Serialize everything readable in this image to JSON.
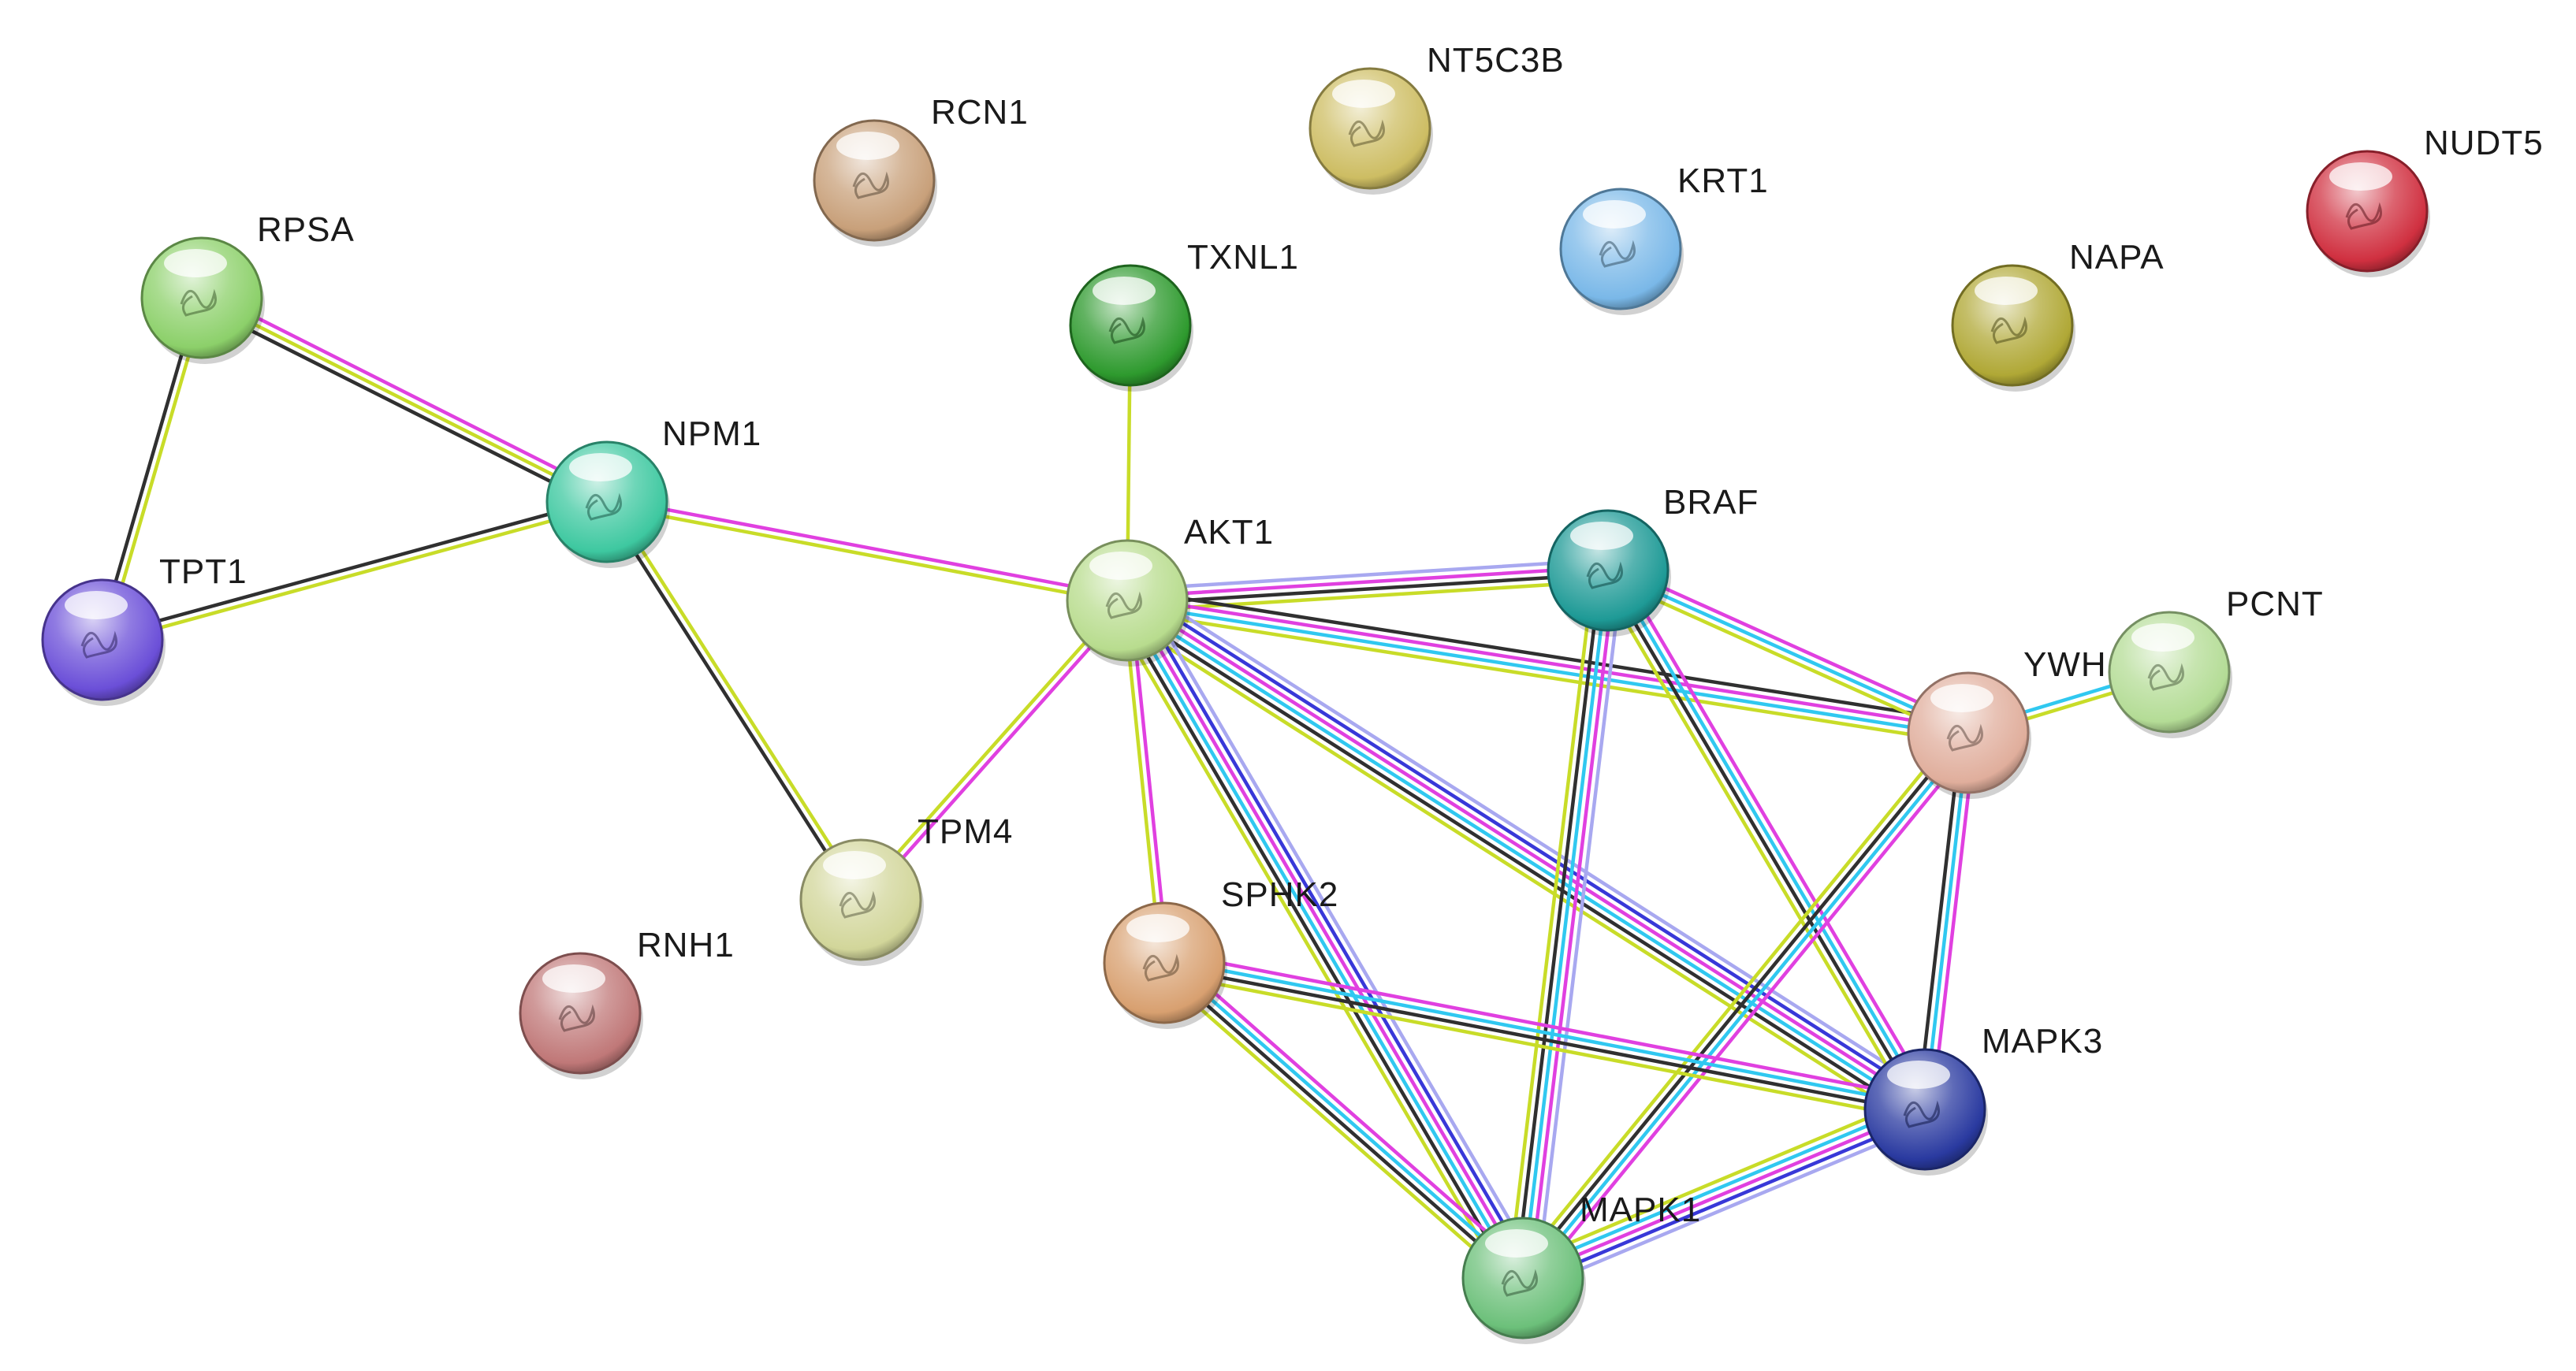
{
  "nodes": [
    {
      "id": "RPSA",
      "label": "RPSA",
      "color": "#8cd06a"
    },
    {
      "id": "NPM1",
      "label": "NPM1",
      "color": "#3ec8a0"
    },
    {
      "id": "TPT1",
      "label": "TPT1",
      "color": "#6b4fd8"
    },
    {
      "id": "RCN1",
      "label": "RCN1",
      "color": "#c8a07a"
    },
    {
      "id": "NT5C3B",
      "label": "NT5C3B",
      "color": "#cdbd63"
    },
    {
      "id": "TXNL1",
      "label": "TXNL1",
      "color": "#2e9a2e"
    },
    {
      "id": "KRT1",
      "label": "KRT1",
      "color": "#7ab8e8"
    },
    {
      "id": "NAPA",
      "label": "NAPA",
      "color": "#b0a836"
    },
    {
      "id": "NUDT5",
      "label": "NUDT5",
      "color": "#d03040"
    },
    {
      "id": "AKT1",
      "label": "AKT1",
      "color": "#b8dc8e"
    },
    {
      "id": "BRAF",
      "label": "BRAF",
      "color": "#1e9a96"
    },
    {
      "id": "PCNT",
      "label": "PCNT",
      "color": "#b4dc96"
    },
    {
      "id": "YWHAZ",
      "label": "YWH",
      "color": "#e0ae9c"
    },
    {
      "id": "TPM4",
      "label": "TPM4",
      "color": "#d2d69a"
    },
    {
      "id": "RNH1",
      "label": "RNH1",
      "color": "#c07878"
    },
    {
      "id": "SPHK2",
      "label": "SPHK2",
      "color": "#d8a070"
    },
    {
      "id": "MAPK3",
      "label": "MAPK3",
      "color": "#2a3aa0"
    },
    {
      "id": "MAPK1",
      "label": "MAPK1",
      "color": "#6cc07a"
    }
  ],
  "edges": [
    {
      "source": "RPSA",
      "target": "NPM1",
      "evidence": [
        "pink",
        "yellow",
        "black"
      ]
    },
    {
      "source": "RPSA",
      "target": "TPT1",
      "evidence": [
        "yellow",
        "black"
      ]
    },
    {
      "source": "NPM1",
      "target": "TPT1",
      "evidence": [
        "yellow",
        "black"
      ]
    },
    {
      "source": "NPM1",
      "target": "AKT1",
      "evidence": [
        "pink",
        "yellow"
      ]
    },
    {
      "source": "NPM1",
      "target": "TPM4",
      "evidence": [
        "yellow",
        "black"
      ]
    },
    {
      "source": "TXNL1",
      "target": "AKT1",
      "evidence": [
        "yellow"
      ]
    },
    {
      "source": "AKT1",
      "target": "TPM4",
      "evidence": [
        "pink",
        "yellow"
      ]
    },
    {
      "source": "AKT1",
      "target": "SPHK2",
      "evidence": [
        "pink",
        "yellow"
      ]
    },
    {
      "source": "AKT1",
      "target": "BRAF",
      "evidence": [
        "purple",
        "pink",
        "black",
        "yellow"
      ]
    },
    {
      "source": "AKT1",
      "target": "YWHAZ",
      "evidence": [
        "black",
        "pink",
        "cyan",
        "yellow"
      ]
    },
    {
      "source": "AKT1",
      "target": "MAPK3",
      "evidence": [
        "purple",
        "blue",
        "pink",
        "cyan",
        "black",
        "yellow"
      ]
    },
    {
      "source": "AKT1",
      "target": "MAPK1",
      "evidence": [
        "purple",
        "blue",
        "pink",
        "cyan",
        "black",
        "yellow"
      ]
    },
    {
      "source": "BRAF",
      "target": "YWHAZ",
      "evidence": [
        "pink",
        "cyan",
        "yellow"
      ]
    },
    {
      "source": "BRAF",
      "target": "MAPK3",
      "evidence": [
        "pink",
        "cyan",
        "black",
        "yellow"
      ]
    },
    {
      "source": "BRAF",
      "target": "MAPK1",
      "evidence": [
        "purple",
        "pink",
        "cyan",
        "black",
        "yellow"
      ]
    },
    {
      "source": "YWHAZ",
      "target": "PCNT",
      "evidence": [
        "cyan",
        "yellow"
      ]
    },
    {
      "source": "YWHAZ",
      "target": "MAPK3",
      "evidence": [
        "pink",
        "cyan",
        "black"
      ]
    },
    {
      "source": "YWHAZ",
      "target": "MAPK1",
      "evidence": [
        "pink",
        "cyan",
        "black",
        "yellow"
      ]
    },
    {
      "source": "SPHK2",
      "target": "MAPK3",
      "evidence": [
        "pink",
        "cyan",
        "black",
        "yellow"
      ]
    },
    {
      "source": "SPHK2",
      "target": "MAPK1",
      "evidence": [
        "pink",
        "cyan",
        "black",
        "yellow"
      ]
    },
    {
      "source": "MAPK3",
      "target": "MAPK1",
      "evidence": [
        "purple",
        "blue",
        "pink",
        "cyan",
        "yellow"
      ]
    }
  ],
  "evidence_colors": {
    "pink": "#e040e0",
    "yellow": "#c8dc28",
    "black": "#303030",
    "cyan": "#30c8f0",
    "blue": "#3838d8",
    "purple": "#a8a8f0"
  }
}
